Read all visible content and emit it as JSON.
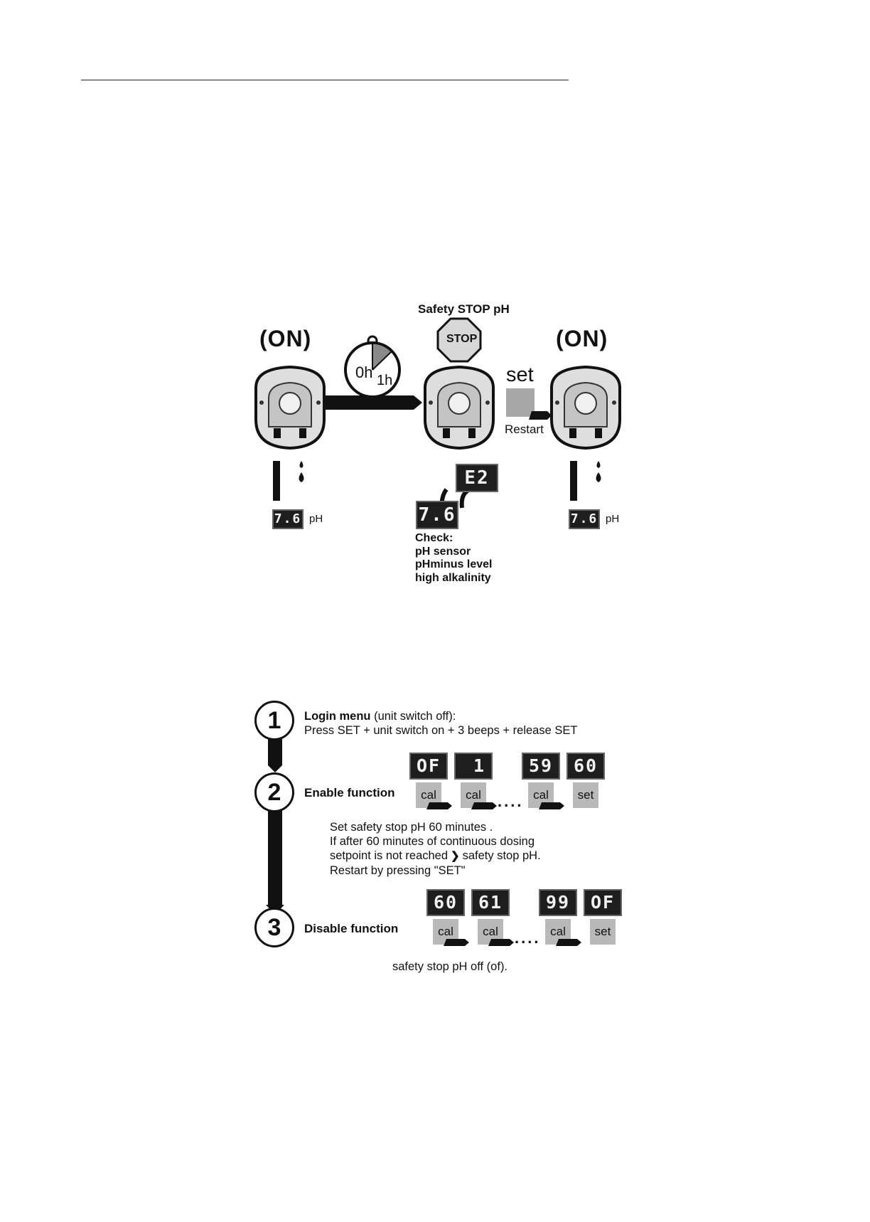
{
  "diagram1": {
    "title": "Safety STOP pH",
    "on_label_left": "(ON)",
    "on_label_right": "(ON)",
    "stop_sign": "STOP",
    "timer_start": "0h",
    "timer_end": "1h",
    "set_label": "set",
    "restart_label": "Restart",
    "display_left": "7.6",
    "display_left_unit": "pH",
    "display_mid_error": "E2",
    "display_mid": "7.6",
    "display_right": "7.6",
    "display_right_unit": "pH",
    "check_title": "Check:",
    "check_items": [
      "pH sensor",
      "pHminus level",
      "high alkalinity"
    ]
  },
  "diagram2": {
    "step1": {
      "number": "1",
      "title": "Login menu",
      "title_suffix": " (unit switch off):",
      "instruction": "Press SET + unit switch on + 3 beeps  + release SET"
    },
    "step2": {
      "number": "2",
      "title": "Enable function",
      "displays": [
        "OF",
        "1",
        "59",
        "60"
      ],
      "keys": [
        "cal",
        "cal",
        "cal",
        "set"
      ],
      "dots": "....",
      "note": [
        "Set safety stop pH  60 minutes .",
        "If after 60 minutes of continuous dosing",
        "setpoint is not reached",
        "safety stop pH.",
        "Restart by pressing \"SET\""
      ]
    },
    "step3": {
      "number": "3",
      "title": "Disable function",
      "displays": [
        "60",
        "61",
        "99",
        "OF"
      ],
      "keys": [
        "cal",
        "cal",
        "cal",
        "set"
      ],
      "dots": "....",
      "footer": "safety stop pH off (of)."
    }
  }
}
